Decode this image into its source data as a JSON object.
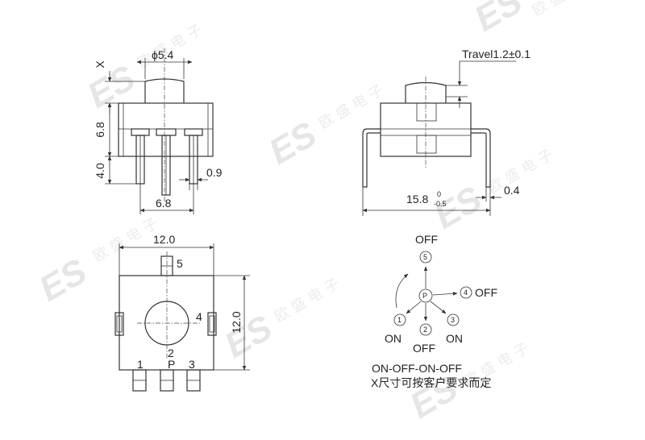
{
  "dims": {
    "phi": "ϕ5.4",
    "x": "X",
    "h_top": "6.8",
    "h_pin": "4.0",
    "pin_gap": "0.9",
    "pin_span": "6.8",
    "travel": "Travel1.2±0.1",
    "width_side": "15.8",
    "tol_top": "0",
    "tol_bot": "-0.5",
    "lead": "0.4",
    "w_bottom": "12.0",
    "h_bottom": "12.0"
  },
  "pins": {
    "p1": "1",
    "p2": "2",
    "p3": "3",
    "p4": "4",
    "p5": "5",
    "pp": "P"
  },
  "positions": {
    "off_top": "OFF",
    "n5": "5",
    "np": "P",
    "n4": "4",
    "off_right": "OFF",
    "n1": "1",
    "n2": "2",
    "n3": "3",
    "on_left": "ON",
    "off_bottom": "OFF",
    "on_right": "ON"
  },
  "notes": {
    "sequence": "ON-OFF-ON-OFF",
    "custom": "X尺寸可按客户要求而定"
  },
  "watermark": {
    "logo": "ES",
    "cn": "欧 盛 电 子"
  }
}
